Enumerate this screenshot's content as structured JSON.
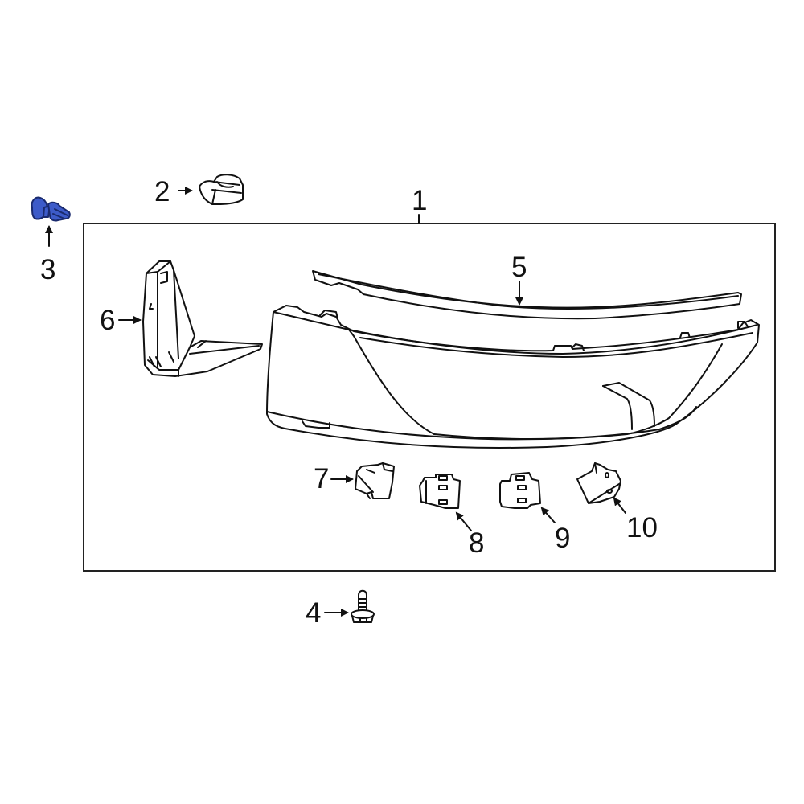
{
  "diagram": {
    "type": "exploded-parts-diagram",
    "subject": "bumper trim / molding assembly with clips and fasteners",
    "colors": {
      "line": "#111111",
      "highlight": "#3d5bc9",
      "highlight_outline": "#1a2a6e",
      "background": "#ffffff",
      "frame": "#222222"
    },
    "highlighted_part": "3",
    "callouts": [
      {
        "id": "1",
        "label": "1",
        "part": "assembly-frame"
      },
      {
        "id": "2",
        "label": "2",
        "part": "retainer-clip"
      },
      {
        "id": "3",
        "label": "3",
        "part": "push-pin-clip (highlighted)"
      },
      {
        "id": "4",
        "label": "4",
        "part": "flange-screw"
      },
      {
        "id": "5",
        "label": "5",
        "part": "upper-molding-strip"
      },
      {
        "id": "6",
        "label": "6",
        "part": "corner-bracket"
      },
      {
        "id": "7",
        "label": "7",
        "part": "mounting-clip"
      },
      {
        "id": "8",
        "label": "8",
        "part": "retainer-bracket"
      },
      {
        "id": "9",
        "label": "9",
        "part": "retainer-bracket"
      },
      {
        "id": "10",
        "label": "10",
        "part": "angled-bracket"
      }
    ]
  }
}
